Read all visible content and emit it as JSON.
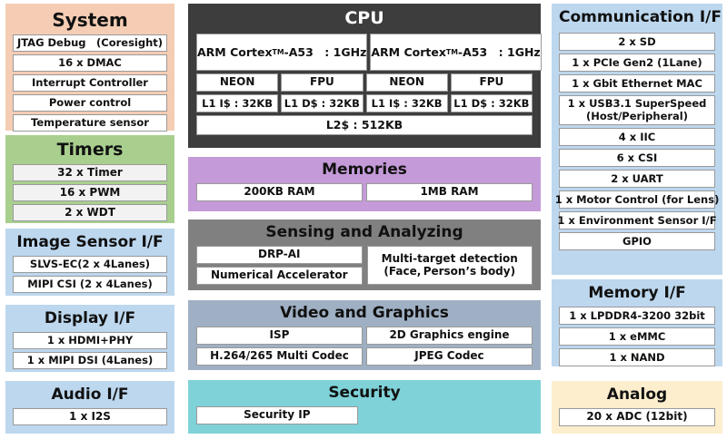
{
  "diagram": {
    "type": "soc-block-diagram",
    "colors": {
      "system": "#f5cdb4",
      "timers": "#a9cf8e",
      "interface_blue": "#bdd7ee",
      "cpu": "#3d3d3d",
      "memories": "#c49ad8",
      "sensing": "#808080",
      "video": "#9fb0c4",
      "security": "#7fd2d8",
      "analog": "#fdeecd",
      "cell_background": "#ffffff",
      "cell_border": "#999999"
    }
  },
  "system": {
    "title": "System",
    "items": [
      "JTAG Debug (Coresight)",
      "16 x DMAC",
      "Interrupt Controller",
      "Power control",
      "Temperature sensor"
    ]
  },
  "timers": {
    "title": "Timers",
    "items": [
      "32 x Timer",
      "16 x PWM",
      "2 x WDT"
    ]
  },
  "image_sensor": {
    "title": "Image Sensor I/F",
    "items": [
      "SLVS-EC(2 x 4Lanes)",
      "MIPI CSI (2 x 4Lanes)"
    ]
  },
  "display": {
    "title": "Display I/F",
    "items": [
      "1 x HDMI+PHY",
      "1 x MIPI DSI (4Lanes)"
    ]
  },
  "audio": {
    "title": "Audio I/F",
    "items": [
      "1 x I2S"
    ]
  },
  "cpu": {
    "title": "CPU",
    "cores": [
      "ARM Cortex<sup>TM</sup>-A53 : 1GHz",
      "ARM Cortex<sup>TM</sup>-A53 : 1GHz"
    ],
    "units": [
      "NEON",
      "FPU",
      "NEON",
      "FPU"
    ],
    "l1_caches": [
      "L1 I$ : 32KB",
      "L1 D$ : 32KB",
      "L1 I$ : 32KB",
      "L1 D$ : 32KB"
    ],
    "l2_cache": "L2$ : 512KB"
  },
  "memories": {
    "title": "Memories",
    "items": [
      "200KB RAM",
      "1MB RAM"
    ]
  },
  "sensing": {
    "title": "Sensing and Analyzing",
    "left_items": [
      "DRP-AI",
      "Numerical Accelerator"
    ],
    "right_item": "Multi-target detection\n(Face, Person’s body)"
  },
  "video": {
    "title": "Video and Graphics",
    "rows": [
      [
        "ISP",
        "2D Graphics engine"
      ],
      [
        "H.264/265 Multi Codec",
        "JPEG Codec"
      ]
    ]
  },
  "security": {
    "title": "Security",
    "items": [
      "Security IP"
    ]
  },
  "communication": {
    "title": "Communication I/F",
    "items": [
      {
        "label": "2 x SD",
        "tall": false
      },
      {
        "label": "1 x PCIe Gen2 (1Lane)",
        "tall": false
      },
      {
        "label": "1 x Gbit Ethernet MAC",
        "tall": false
      },
      {
        "label": "1 x USB3.1 SuperSpeed\n(Host/Peripheral)",
        "tall": true
      },
      {
        "label": "4 x IIC",
        "tall": false
      },
      {
        "label": "6 x CSI",
        "tall": false
      },
      {
        "label": "2 x UART",
        "tall": false
      },
      {
        "label": "1 x Motor Control (for Lens)",
        "tall": false
      },
      {
        "label": "1 x Environment Sensor I/F",
        "tall": false
      },
      {
        "label": "GPIO",
        "tall": false
      }
    ]
  },
  "memory_if": {
    "title": "Memory I/F",
    "items": [
      "1 x LPDDR4-3200 32bit",
      "1 x eMMC",
      "1 x NAND"
    ]
  },
  "analog": {
    "title": "Analog",
    "items": [
      "20 x ADC (12bit)"
    ]
  }
}
